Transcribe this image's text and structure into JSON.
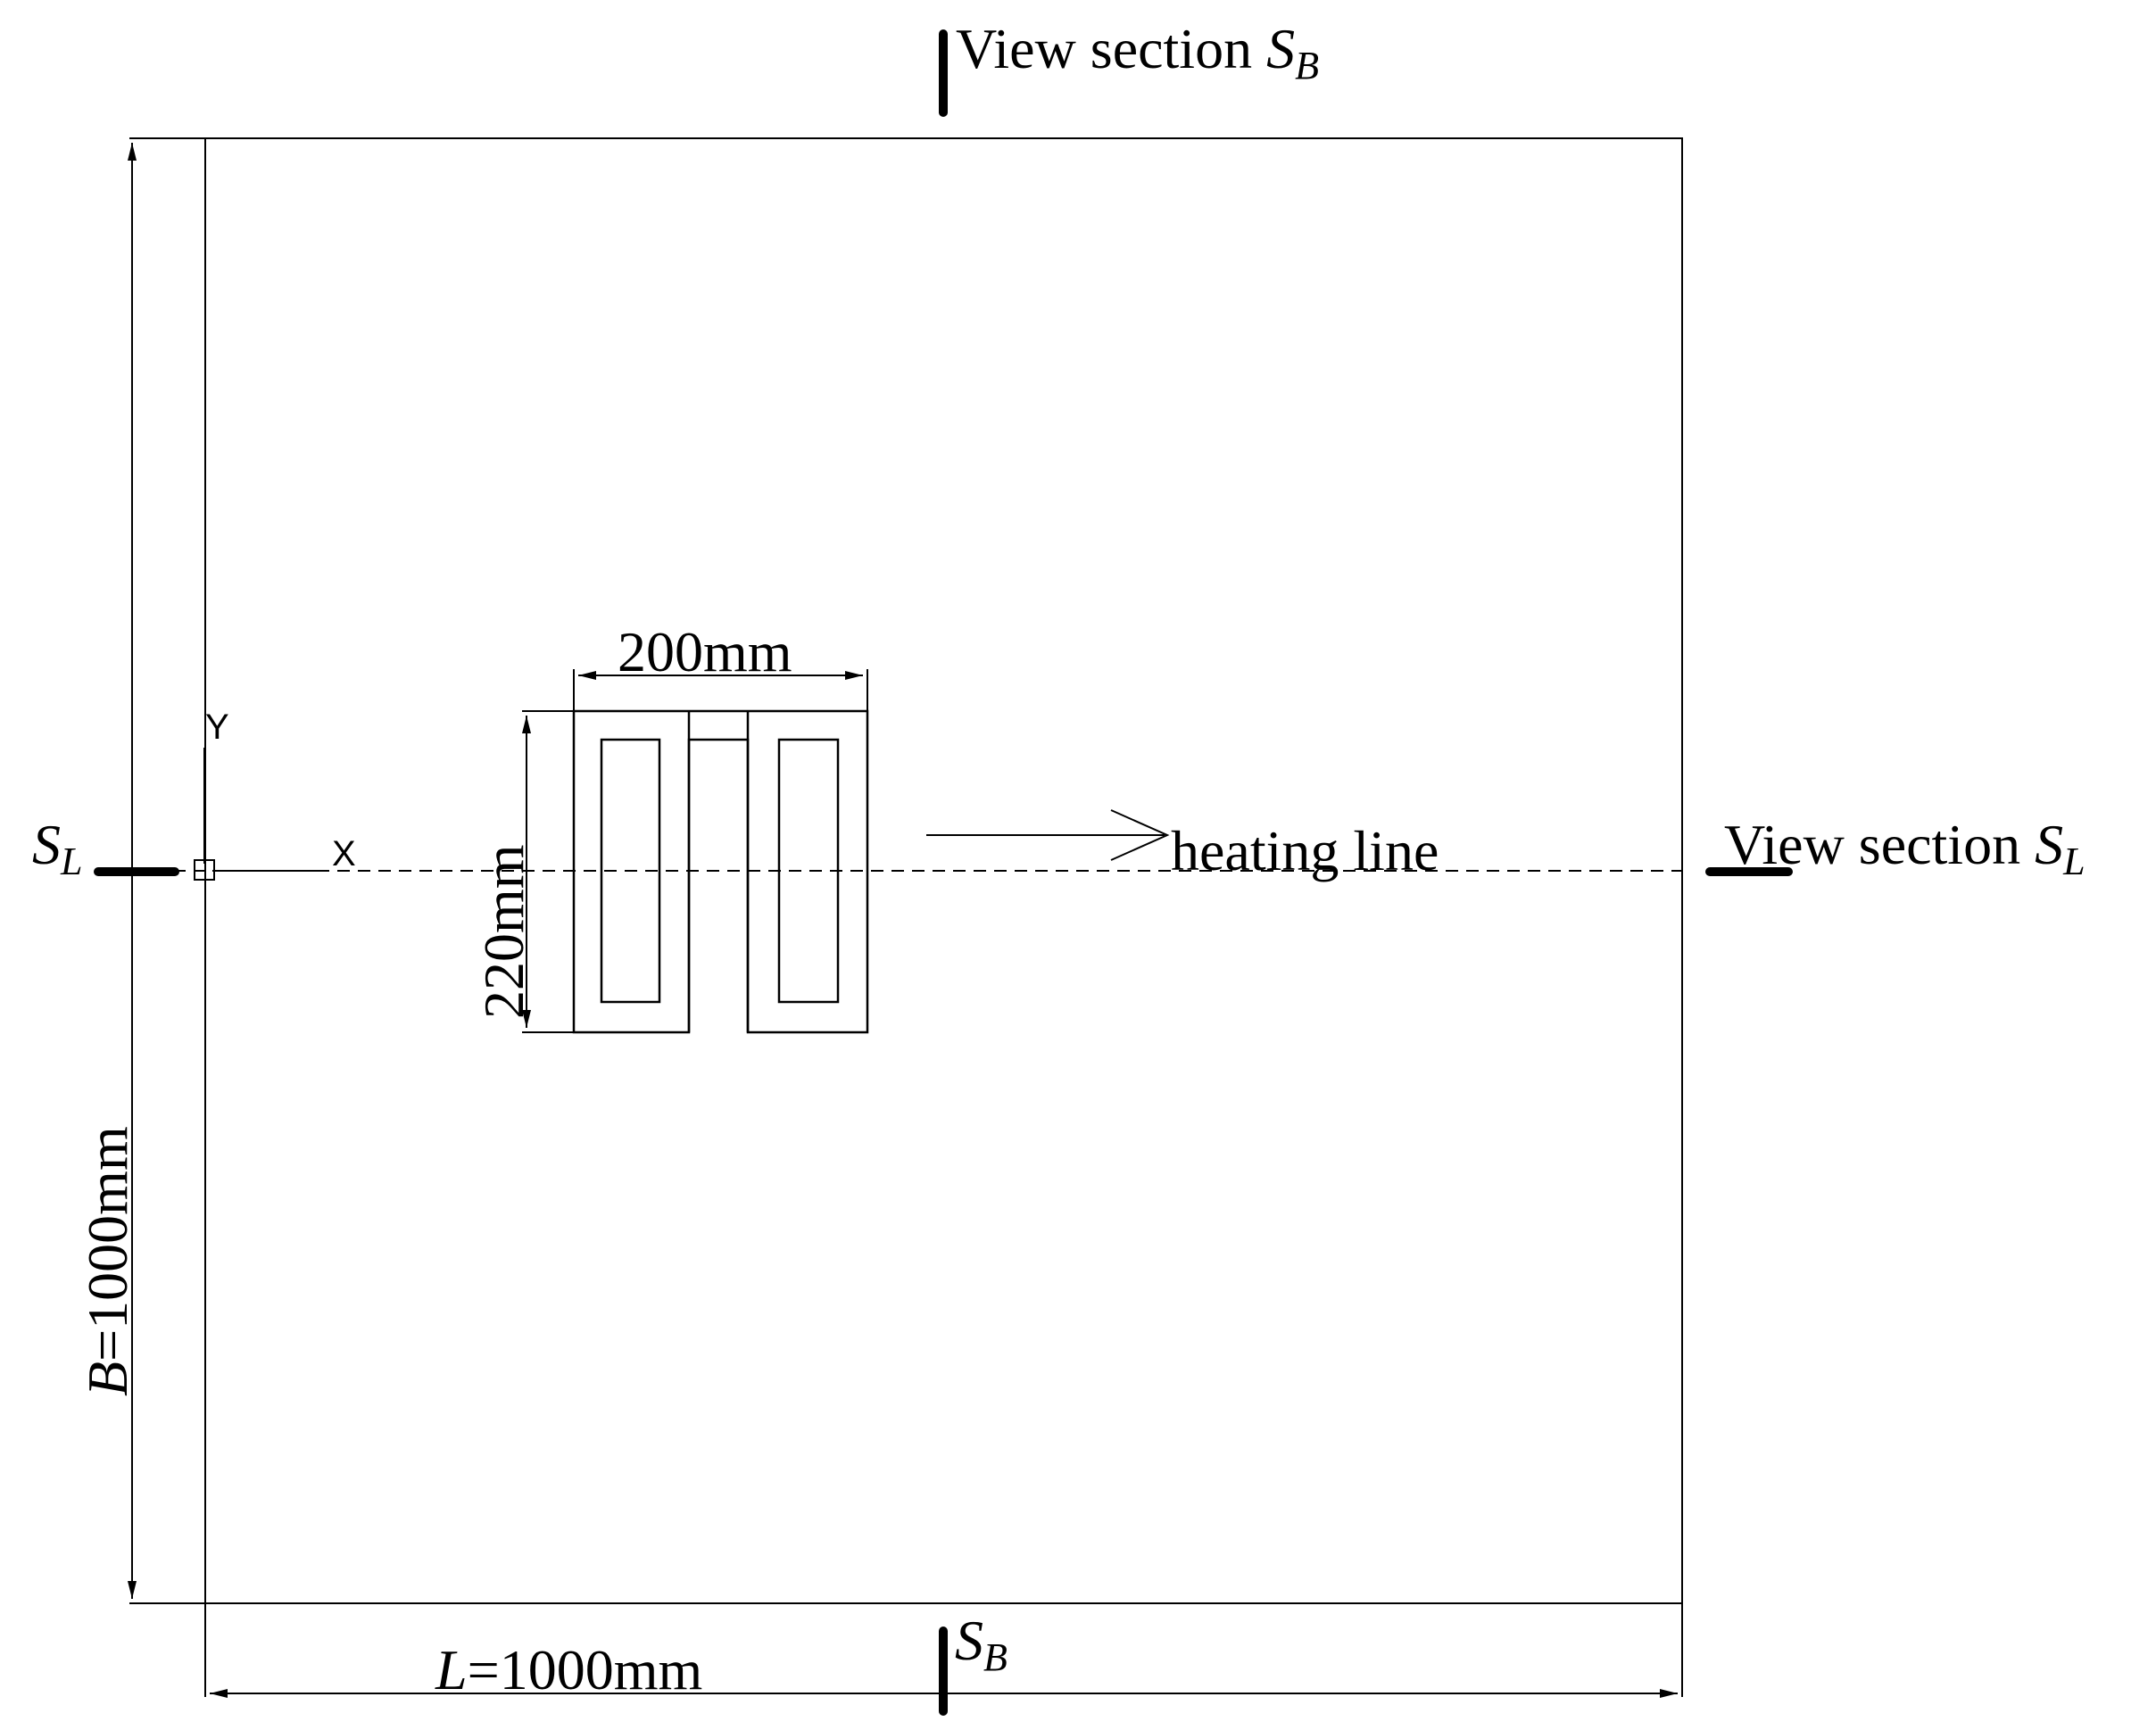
{
  "labels": {
    "view_section_top": "View section ",
    "view_section_right": "View section ",
    "heating_line": "heating line",
    "width_dim": "200mm",
    "height_dim": "220mm",
    "length_var": "L",
    "length_value": "=1000mm",
    "breadth_var": "B",
    "breadth_value": "=1000mm",
    "section_symbol": "S",
    "sub_b": "B",
    "sub_l": "L",
    "axis_x": "X",
    "axis_y": "Y"
  },
  "colors": {
    "line": "#000000",
    "background": "#ffffff"
  }
}
